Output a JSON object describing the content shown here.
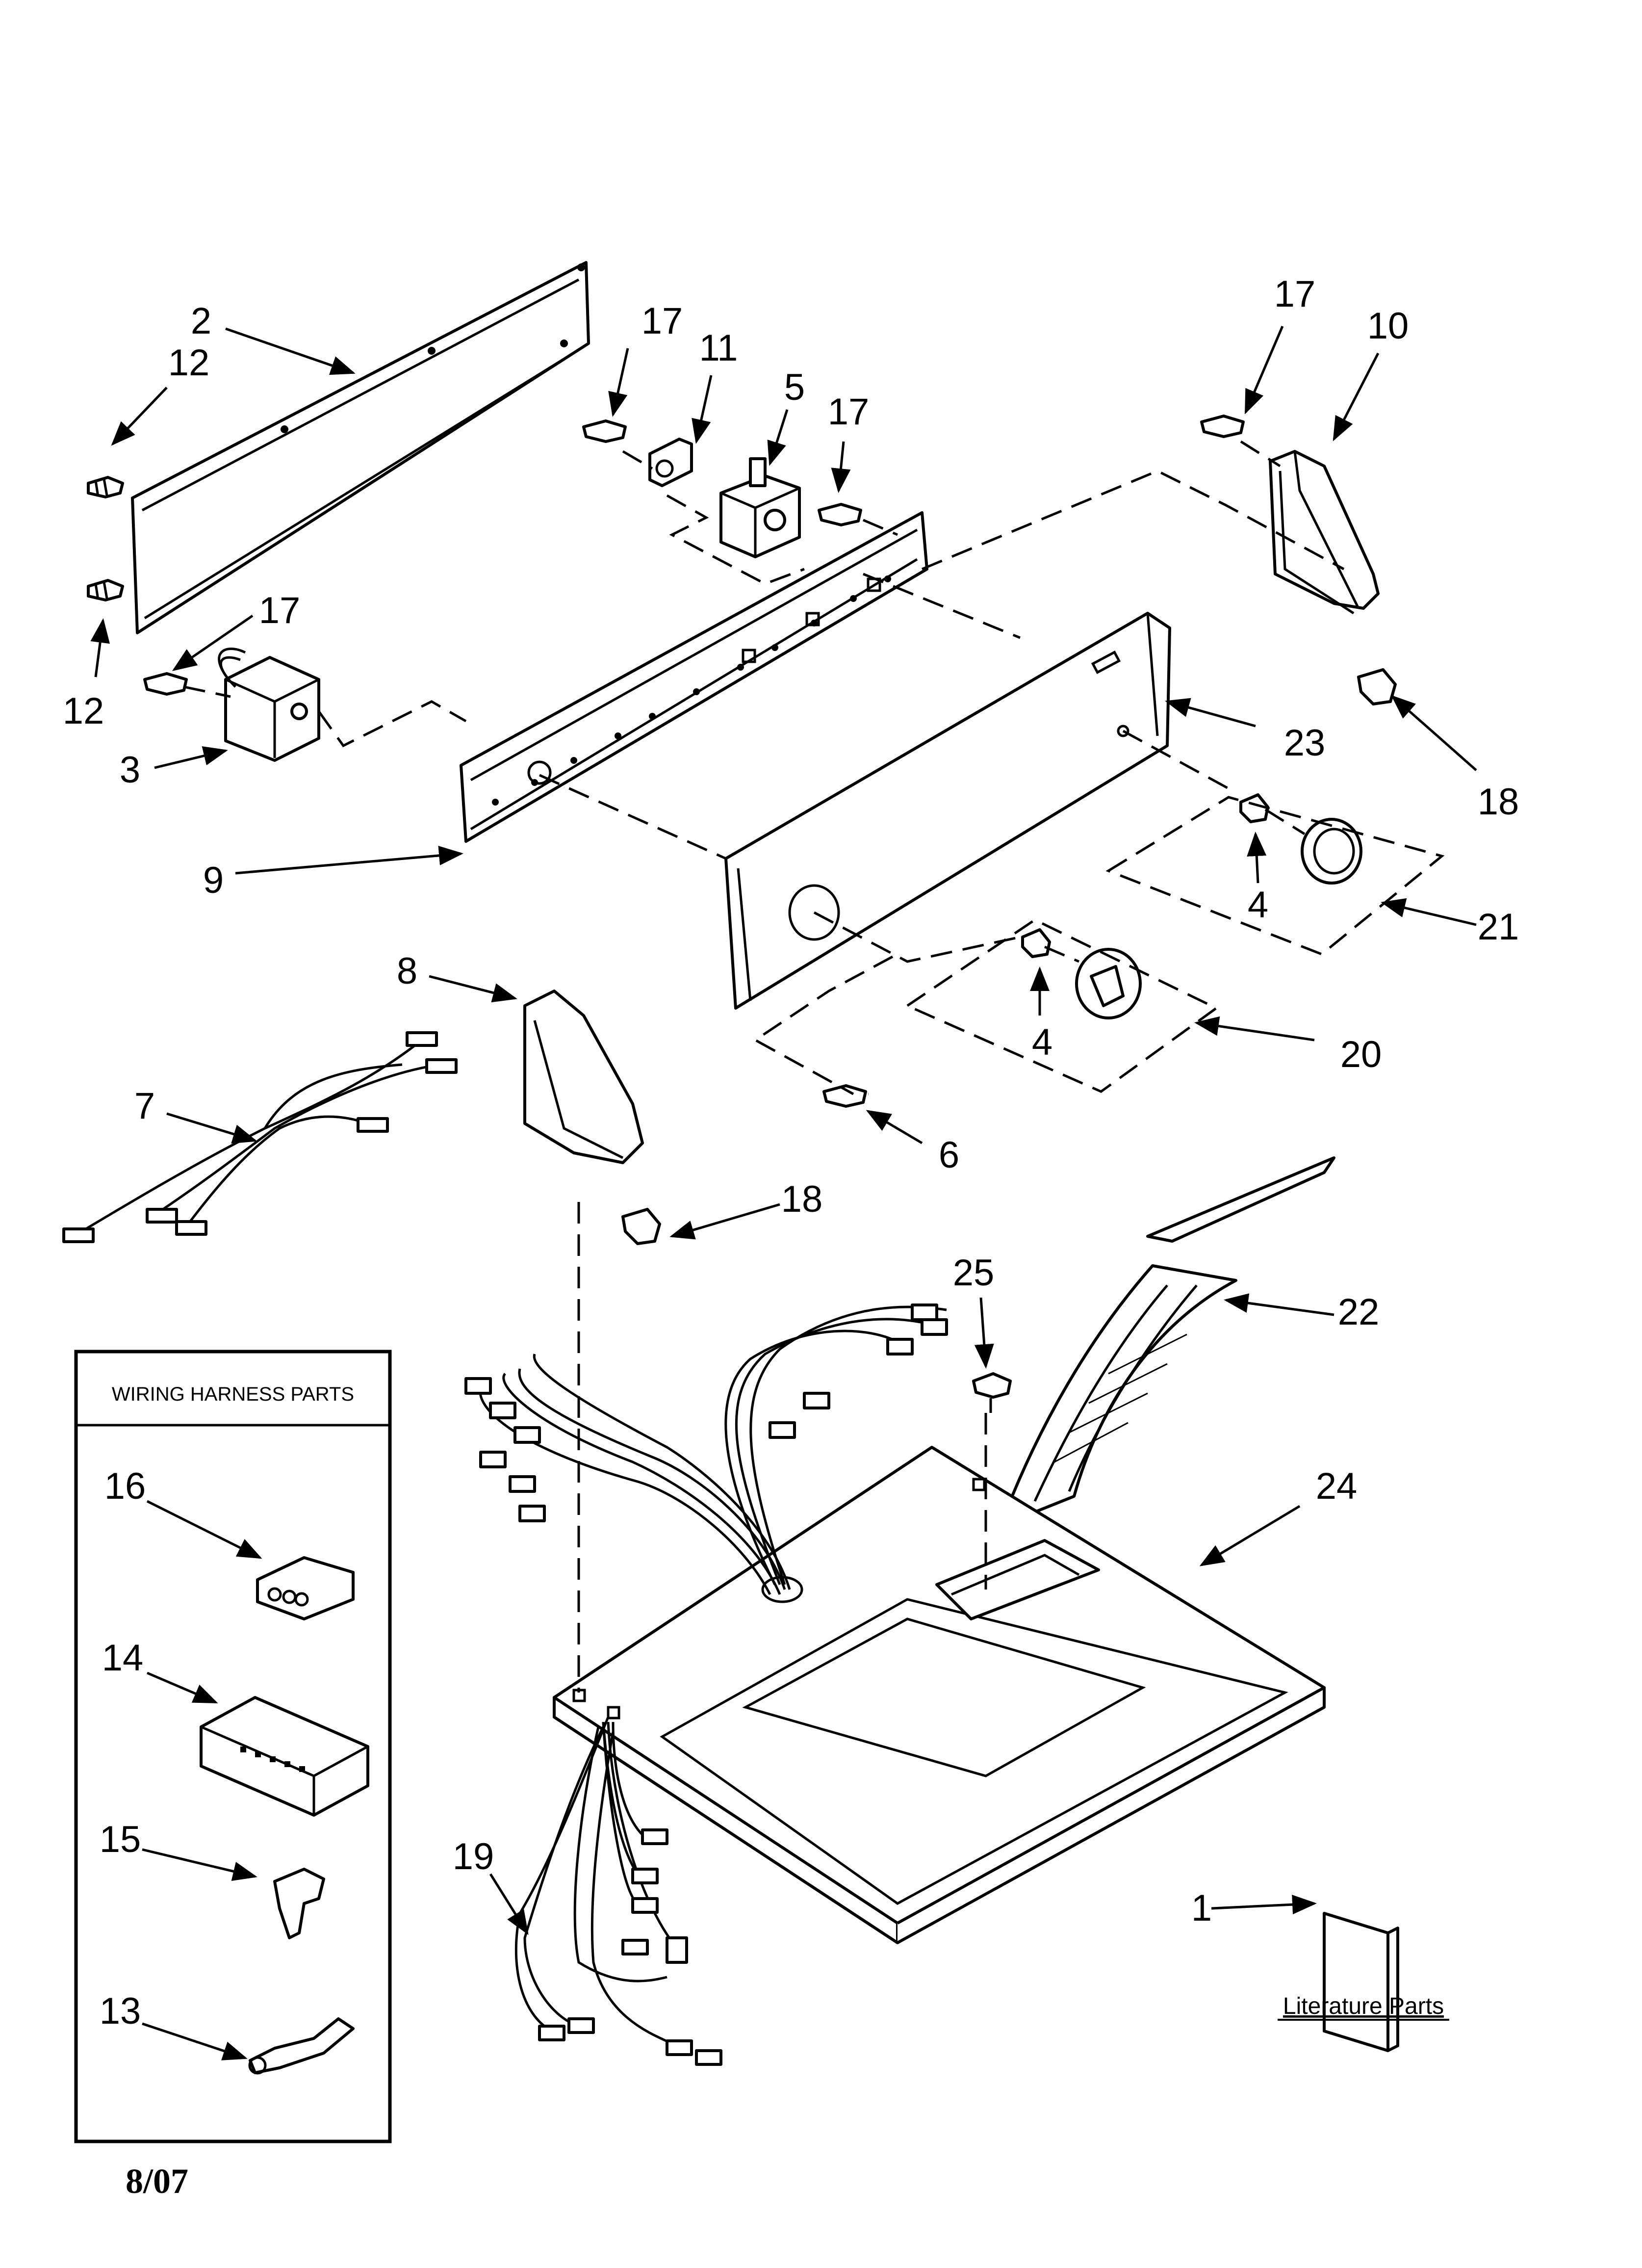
{
  "callouts": {
    "c1": "1",
    "c2": "2",
    "c3": "3",
    "c4a": "4",
    "c4b": "4",
    "c5": "5",
    "c6": "6",
    "c7": "7",
    "c8": "8",
    "c9": "9",
    "c10": "10",
    "c11": "11",
    "c12a": "12",
    "c12b": "12",
    "c13": "13",
    "c14": "14",
    "c15": "15",
    "c16": "16",
    "c17a": "17",
    "c17b": "17",
    "c17c": "17",
    "c17d": "17",
    "c18a": "18",
    "c18b": "18",
    "c19": "19",
    "c20": "20",
    "c21": "21",
    "c22": "22",
    "c23": "23",
    "c24": "24",
    "c25": "25"
  },
  "wiring_box": {
    "title": "WIRING HARNESS PARTS"
  },
  "literature": {
    "label": "Literature Parts"
  },
  "footer": {
    "date": "8/07"
  }
}
